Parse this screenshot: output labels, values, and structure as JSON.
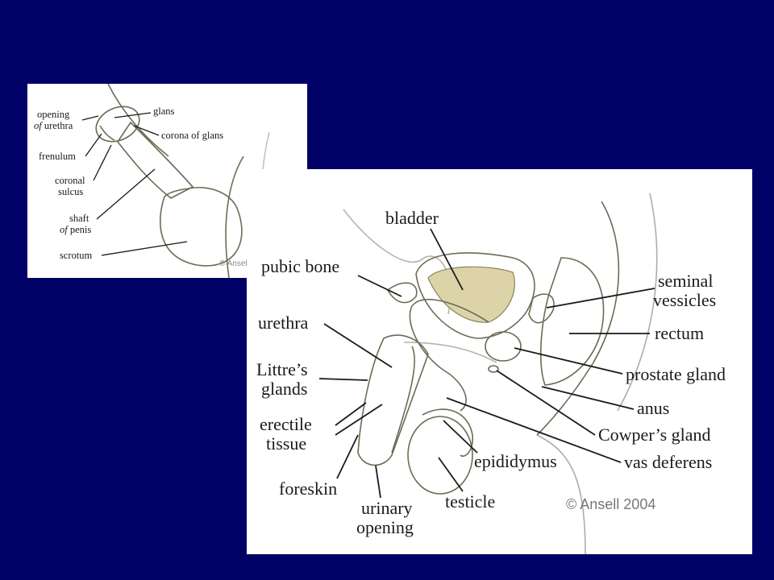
{
  "left_diagram": {
    "labels": {
      "opening_l1": "opening",
      "opening_l2_italic": "of",
      "opening_l2": "urethra",
      "glans": "glans",
      "corona": "corona of glans",
      "frenulum": "frenulum",
      "coronal_l1": "coronal",
      "coronal_l2": "sulcus",
      "shaft_l1": "shaft",
      "shaft_l2_italic": "of",
      "shaft_l2": "penis",
      "scrotum": "scrotum"
    },
    "copyright": "© Ansel"
  },
  "right_diagram": {
    "labels": {
      "bladder": "bladder",
      "pubic_bone": "pubic bone",
      "urethra": "urethra",
      "littre_l1": "Littre’s",
      "littre_l2": "glands",
      "erectile_l1": "erectile",
      "erectile_l2": "tissue",
      "foreskin": "foreskin",
      "urinary_l1": "urinary",
      "urinary_l2": "opening",
      "testicle": "testicle",
      "epididymus": "epididymus",
      "seminal_l1": "seminal",
      "seminal_l2": "vessicles",
      "rectum": "rectum",
      "prostate": "prostate gland",
      "anus": "anus",
      "cowper": "Cowper’s gland",
      "vas": "vas deferens"
    },
    "copyright": "© Ansell 2004"
  },
  "colors": {
    "background": "#000066",
    "tissue_fill": "#f3efdf",
    "tissue_shade": "#ddd6b4",
    "outline": "#6e6a55"
  }
}
